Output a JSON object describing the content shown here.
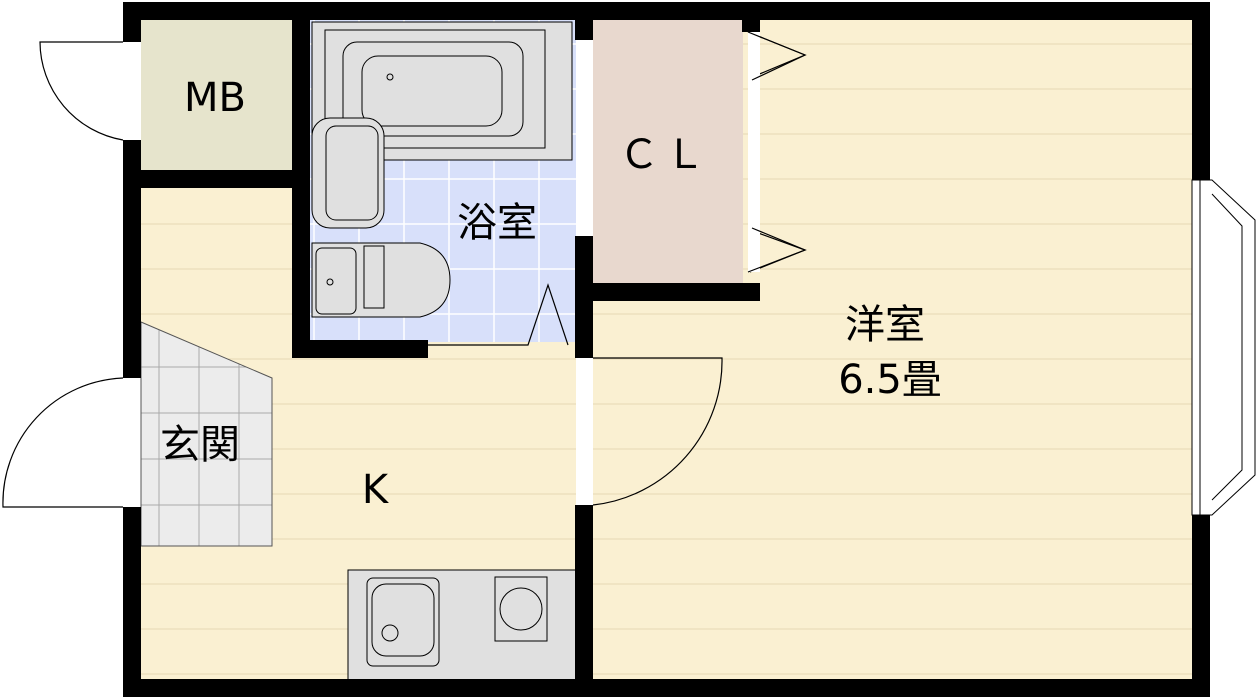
{
  "floor_plan": {
    "rooms": {
      "mb": {
        "label": "MB",
        "color": "#e6e4cc"
      },
      "closet": {
        "label": "ＣＬ",
        "color": "#e8d8ce"
      },
      "bathroom": {
        "label": "浴室",
        "color": "#d8e0fa"
      },
      "western_room": {
        "label": "洋室",
        "size": "6.5畳",
        "color": "#faf0d2"
      },
      "entrance": {
        "label": "玄関",
        "color": "#ececec"
      },
      "kitchen": {
        "label": "K",
        "color": "#faf0d2"
      }
    },
    "wall_color": "#000000",
    "fixture_color": "#e0e0e0"
  }
}
